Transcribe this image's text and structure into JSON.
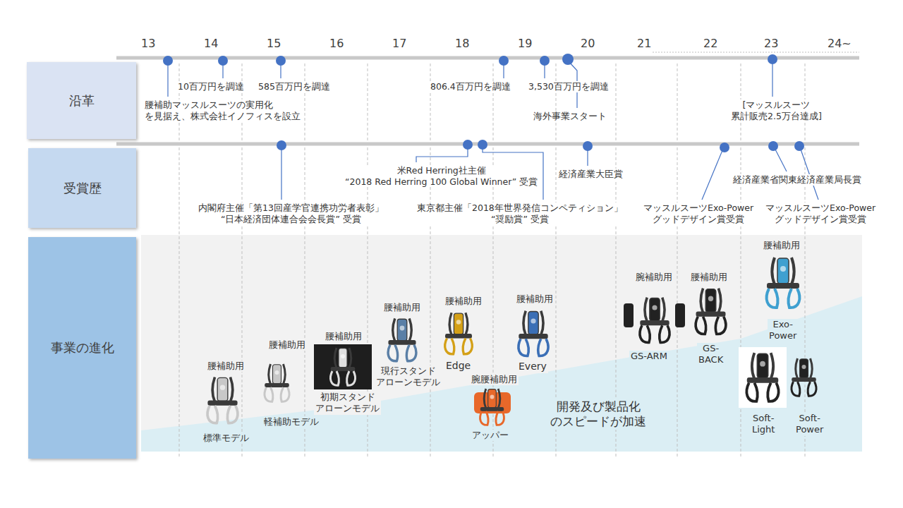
{
  "diagram": {
    "nodes": [
      {
        "text": [
          "沿革"
        ]
      },
      {
        "text": [
          "受賞歴"
        ]
      },
      {
        "text": [
          "事業の進化"
        ]
      }
    ],
    "labels": [
      "13",
      "14",
      "15",
      "16",
      "17",
      "18",
      "19",
      "20",
      "21",
      "22",
      "23",
      "24~",
      "腰補助マッスルスーツの実用化 を見据え、株式会社イノフィスを設立",
      "10百万円を調達",
      "585百万円を調達",
      "806.4百万円を調達",
      "3,530百万円を調達",
      "海外事業スタート",
      "[マッスルスーツ 累計販売2.5万台達成]",
      "米Red Herring社主催 “2018 Red Herring 100 Global Winner” 受賞",
      "経済産業大臣賞",
      "内閣府主催「第13回産学官連携功労者表彰」 “日本経済団体連合会会長賞” 受賞",
      "東京都主催「2018年世界発信コンペティション」 “奨励賞” 受賞",
      "マッスルスーツExo-Power グッドデザイン賞受賞",
      "経済産業省関東経済産業局長賞",
      "マッスルスーツExo-Power グッドデザイン賞受賞",
      "腰補助用",
      "標準モデル",
      "腰補助用",
      "軽補助モデル",
      "腰補助用",
      "初期スタンド アローンモデル",
      "腰補助用",
      "現行スタンド アローンモデル",
      "腰補助用",
      "Edge",
      "腰補助用",
      "Every",
      "腕腰補助用",
      "アッパー",
      "開発及び製品化 のスピードが加速",
      "腕補助用",
      "GS-ARM",
      "腰補助用",
      "GS- BACK",
      "腰補助用",
      "Exo- Power",
      "Soft- Light",
      "Soft- Power"
    ]
  }
}
